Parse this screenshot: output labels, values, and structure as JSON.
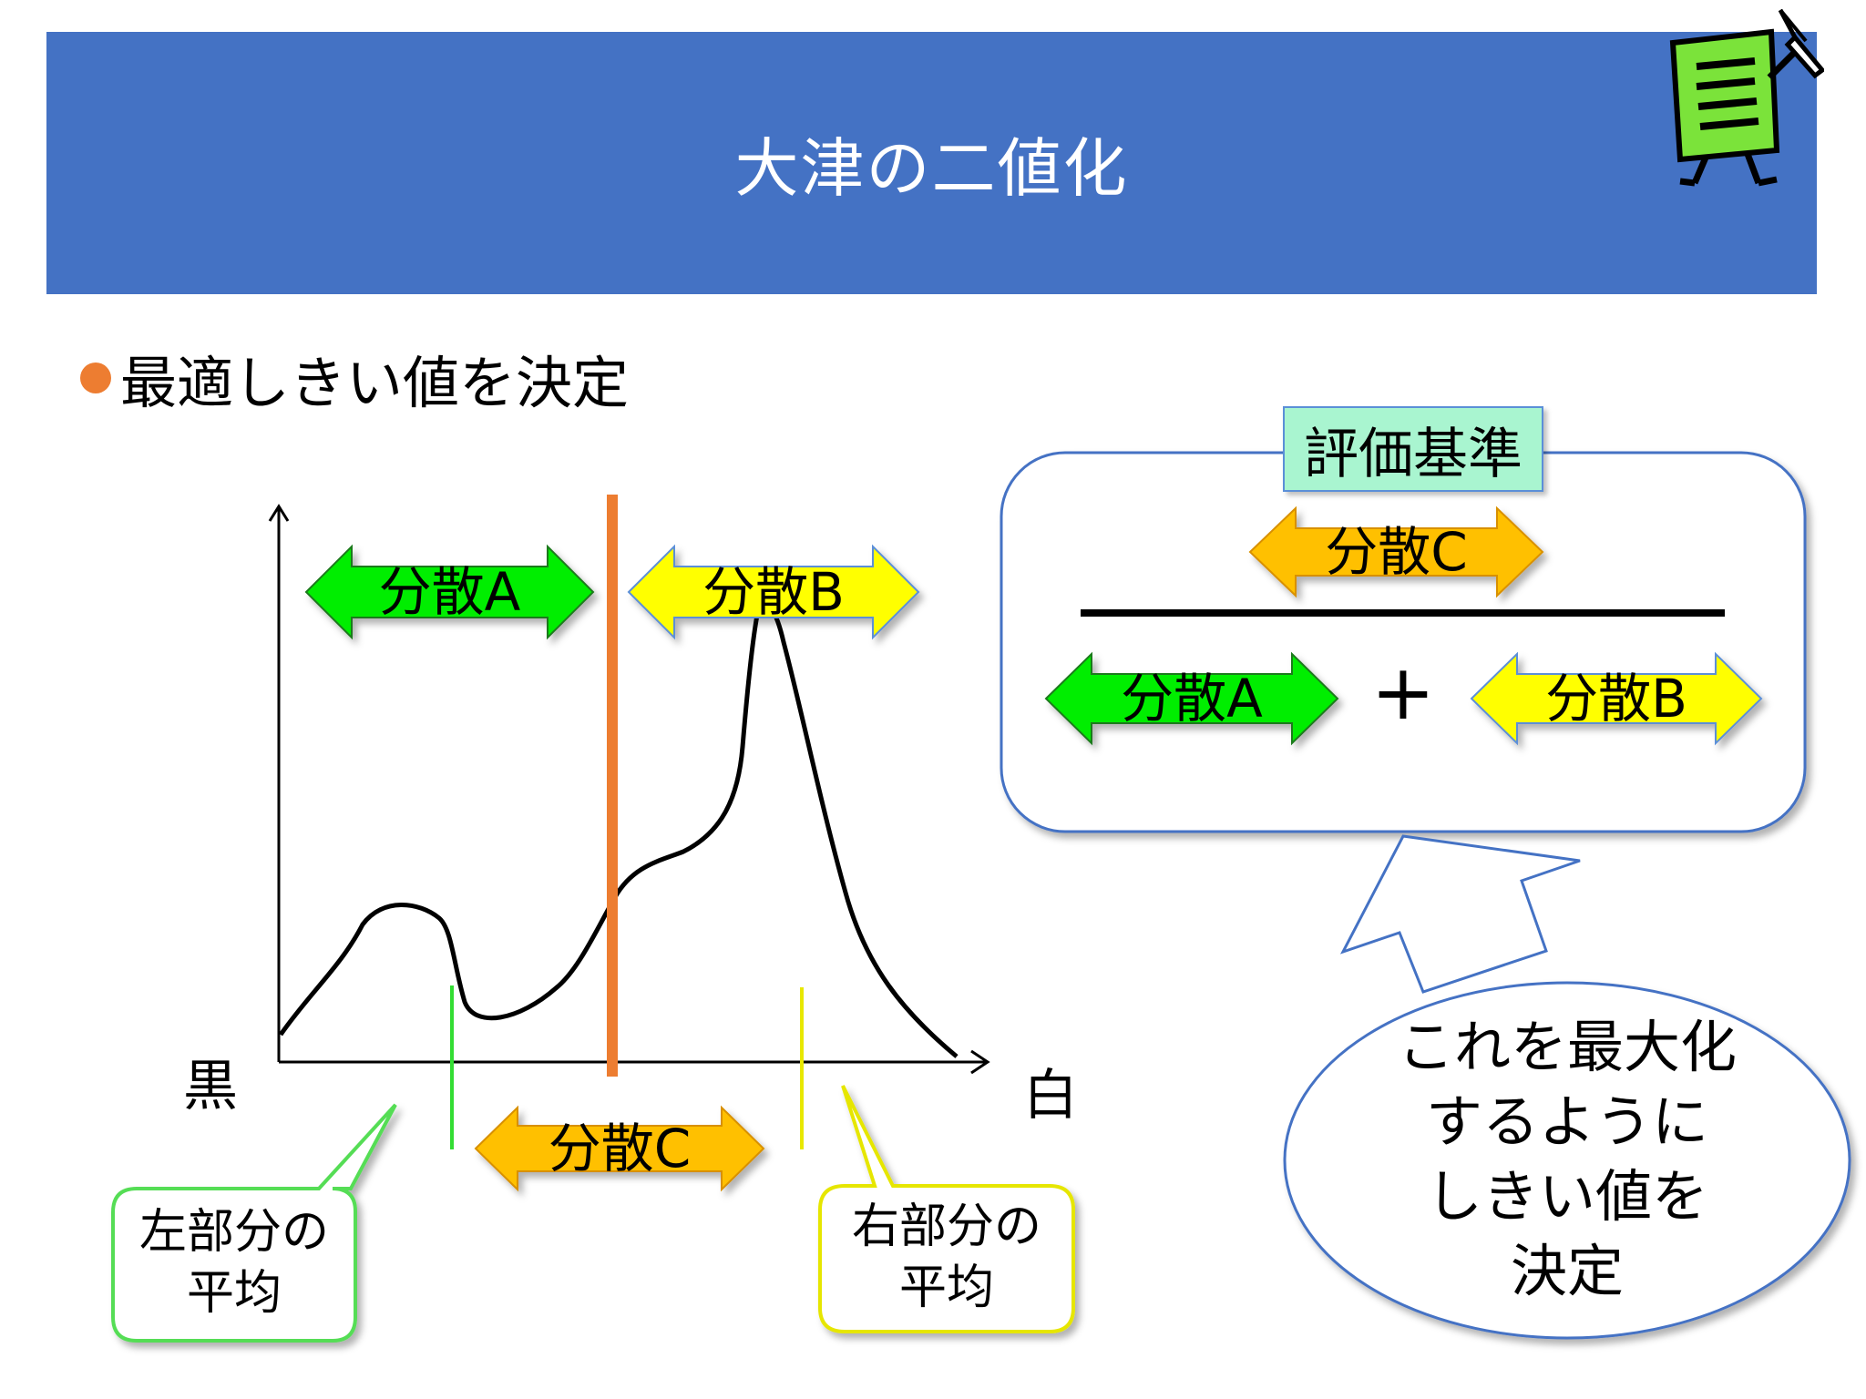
{
  "slide": {
    "title": "大津の二値化"
  },
  "bullet": {
    "text": "最適しきい値を決定"
  },
  "histogram": {
    "black_label": "黒",
    "white_label": "白",
    "arrow_a_label": "分散A",
    "arrow_b_label": "分散B",
    "arrow_c_label": "分散C",
    "left_callout": [
      "左部分の",
      "平均"
    ],
    "right_callout": [
      "右部分の",
      "平均"
    ]
  },
  "criteria": {
    "title": "評価基準",
    "numerator_label": "分散C",
    "denominator_a_label": "分散A",
    "plus_sign": "+",
    "denominator_b_label": "分散B"
  },
  "ellipse_note": {
    "lines": [
      "これを最大化",
      "するように",
      "しきい値を",
      "決定"
    ]
  },
  "colors": {
    "title_bar": "#4472c4",
    "bullet": "#ed7d31",
    "threshold_line": "#ed7d31",
    "arrow_a": "#00ee00",
    "arrow_b": "#ffff00",
    "arrow_c": "#ffc000",
    "criteria_title_bg": "#a9f5d0",
    "left_mean_line": "#33dd33",
    "right_mean_line": "#e8e800"
  }
}
